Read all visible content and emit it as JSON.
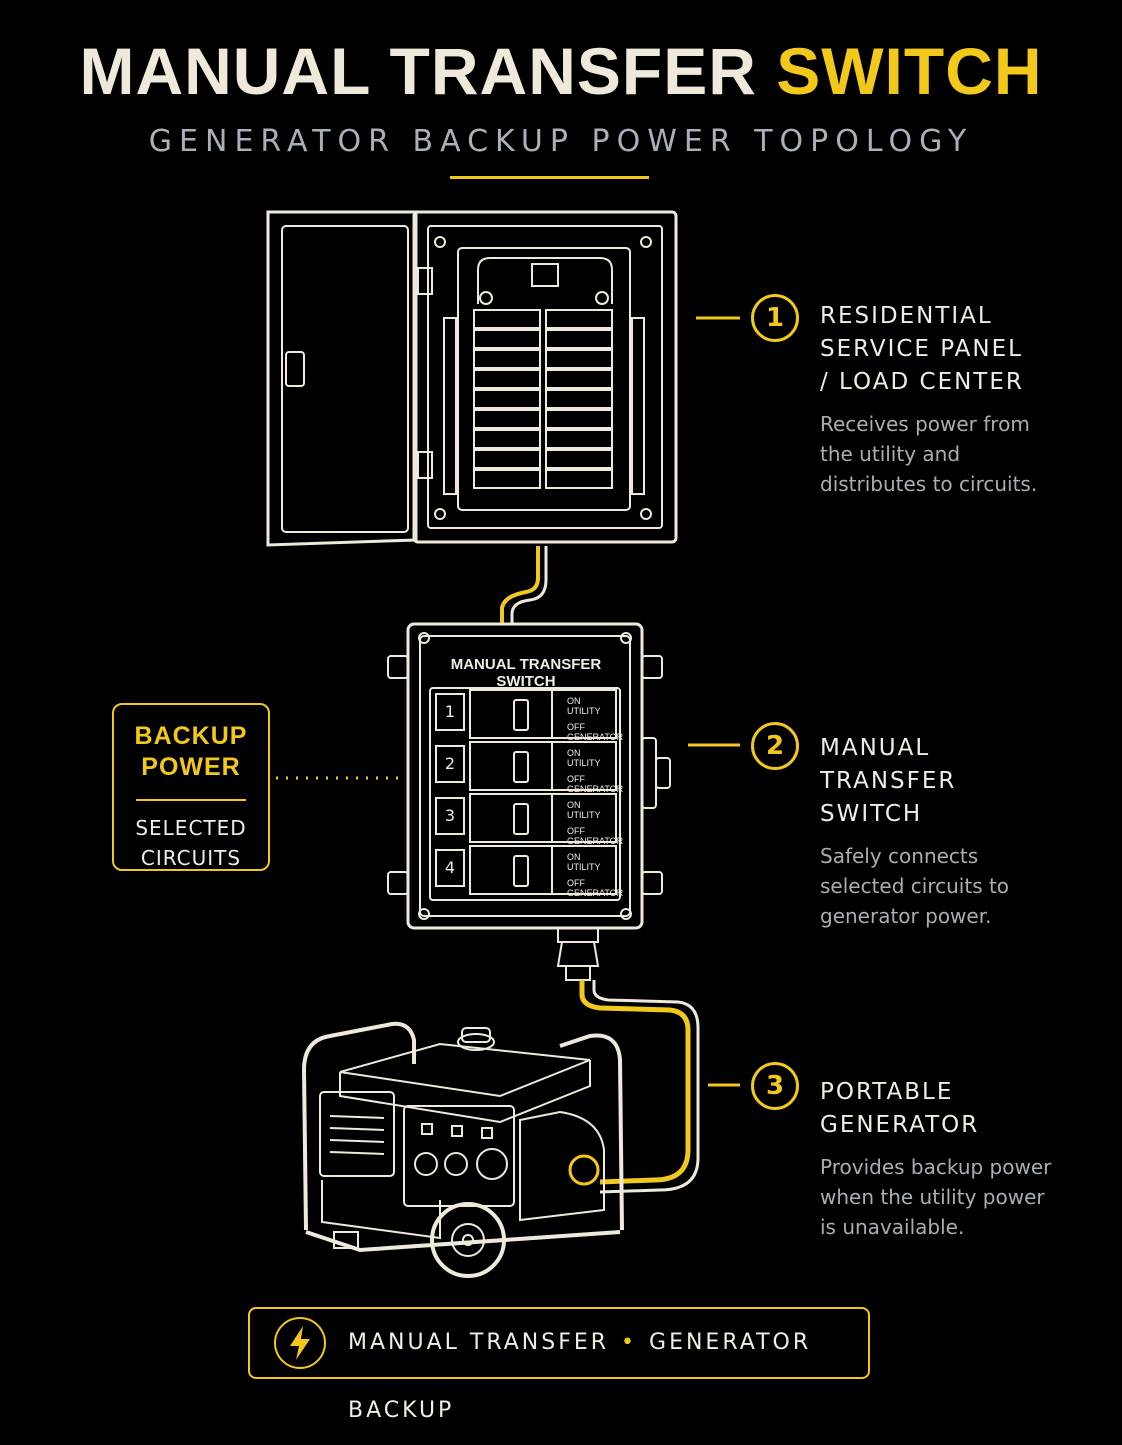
{
  "header": {
    "title_main": "MANUAL TRANSFER",
    "title_accent": "SWITCH",
    "subtitle": "GENERATOR BACKUP POWER TOPOLOGY"
  },
  "colors": {
    "accent": "#f2c81a",
    "line": "#efe9db",
    "background": "#000000",
    "muted": "#a8aeb5"
  },
  "callouts": [
    {
      "number": "1",
      "heading": "RESIDENTIAL SERVICE PANEL / LOAD CENTER",
      "description": "Receives power from the utility and distributes to circuits."
    },
    {
      "number": "2",
      "heading": "MANUAL TRANSFER SWITCH",
      "description": "Safely connects selected circuits to generator power."
    },
    {
      "number": "3",
      "heading": "PORTABLE GENERATOR",
      "description": "Provides backup power when the utility power is unavailable."
    }
  ],
  "backup_box": {
    "title_line1": "BACKUP",
    "title_line2": "POWER",
    "sub_line1": "SELECTED",
    "sub_line2": "CIRCUITS"
  },
  "transfer_switch": {
    "label": "MANUAL TRANSFER SWITCH",
    "switches": [
      {
        "number": "1",
        "on_label": "ON",
        "on_sub": "UTILITY",
        "off_label": "OFF",
        "off_sub": "GENERATOR"
      },
      {
        "number": "2",
        "on_label": "ON",
        "on_sub": "UTILITY",
        "off_label": "OFF",
        "off_sub": "GENERATOR"
      },
      {
        "number": "3",
        "on_label": "ON",
        "on_sub": "UTILITY",
        "off_label": "OFF",
        "off_sub": "GENERATOR"
      },
      {
        "number": "4",
        "on_label": "ON",
        "on_sub": "UTILITY",
        "off_label": "OFF",
        "off_sub": "GENERATOR"
      }
    ]
  },
  "footer": {
    "left": "MANUAL TRANSFER",
    "right": "GENERATOR BACKUP",
    "icon": "lightning-bolt-icon"
  }
}
